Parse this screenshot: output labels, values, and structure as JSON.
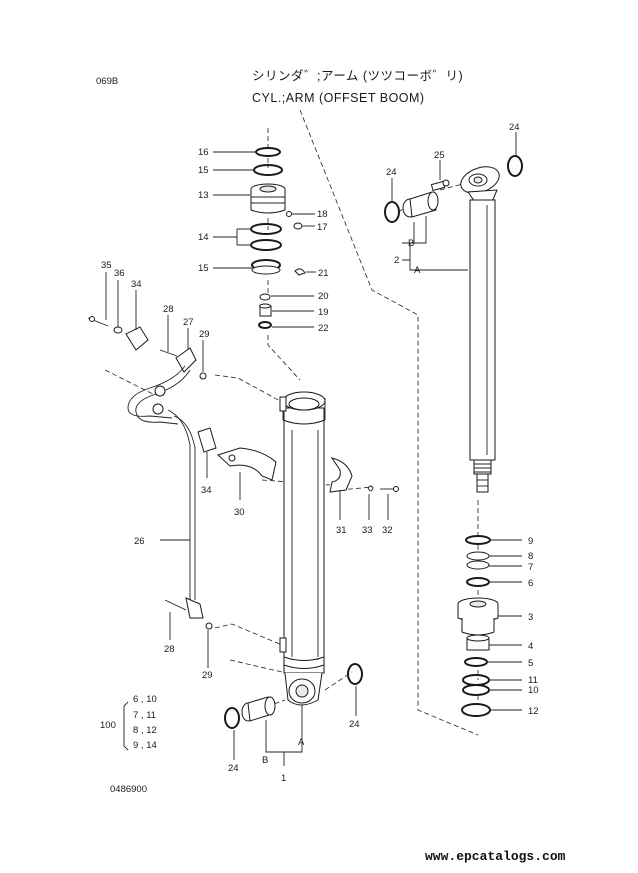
{
  "header": {
    "page_code": "069B",
    "title_jp": "シリンダ゛;アーム (ツツコーボ゛リ)",
    "title_en": "CYL.;ARM (OFFSET BOOM)"
  },
  "footer": {
    "drawing_number": "0486900",
    "watermark": "www.epcatalogs.com"
  },
  "labels": {
    "p1": "1",
    "p2": "2",
    "p3": "3",
    "p4": "4",
    "p5": "5",
    "p6": "6",
    "p7": "7",
    "p8": "8",
    "p9": "9",
    "p10": "10",
    "p11": "11",
    "p12": "12",
    "p13": "13",
    "p14": "14",
    "p15": "15",
    "p16": "16",
    "p17": "17",
    "p18": "18",
    "p19": "19",
    "p20": "20",
    "p21": "21",
    "p22": "22",
    "p24": "24",
    "p25": "25",
    "p26": "26",
    "p27": "27",
    "p28": "28",
    "p29": "29",
    "p30": "30",
    "p31": "31",
    "p32": "32",
    "p33": "33",
    "p34": "34",
    "p35": "35",
    "p36": "36",
    "A": "A",
    "B": "B"
  },
  "kit": {
    "number": "100",
    "rows": [
      "6 , 10",
      "7 , 11",
      "8 , 12",
      "9 , 14"
    ]
  }
}
